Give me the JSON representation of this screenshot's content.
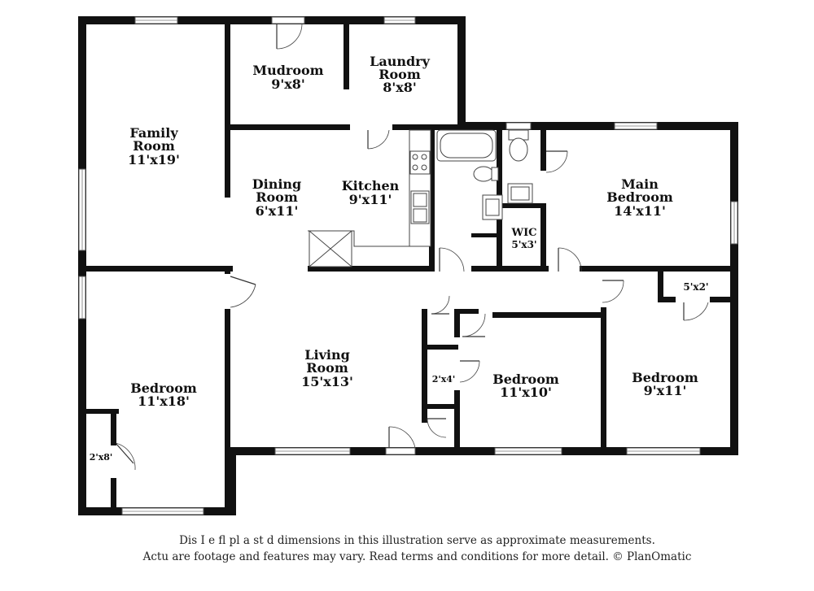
{
  "rooms": {
    "mudroom": {
      "name": "Mudroom",
      "dim": "9'x8'"
    },
    "laundry": {
      "name1": "Laundry",
      "name2": "Room",
      "dim": "8'x8'"
    },
    "family": {
      "name1": "Family",
      "name2": "Room",
      "dim": "11'x19'"
    },
    "dining": {
      "name1": "Dining",
      "name2": "Room",
      "dim": "6'x11'"
    },
    "kitchen": {
      "name": "Kitchen",
      "dim": "9'x11'"
    },
    "main_bedroom": {
      "name1": "Main",
      "name2": "Bedroom",
      "dim": "14'x11'"
    },
    "wic": {
      "name": "WIC",
      "dim": "5'x3'"
    },
    "living": {
      "name1": "Living",
      "name2": "Room",
      "dim": "15'x13'"
    },
    "bedroom_left": {
      "name": "Bedroom",
      "dim": "11'x18'"
    },
    "bedroom_center": {
      "name": "Bedroom",
      "dim": "11'x10'"
    },
    "bedroom_right": {
      "name": "Bedroom",
      "dim": "9'x11'"
    },
    "closet_small": {
      "dim": "5'x2'"
    },
    "closet_hall": {
      "dim": "2'x4'"
    },
    "closet_left": {
      "dim": "2'x8'"
    }
  },
  "disclaimer": {
    "line1": "Dis      I    e fl    pl  a    st   d dimensions in this illustration serve as approximate measurements.",
    "line2": "Actu      are footage and features may vary. Read terms and conditions for more detail. © PlanOmatic"
  }
}
